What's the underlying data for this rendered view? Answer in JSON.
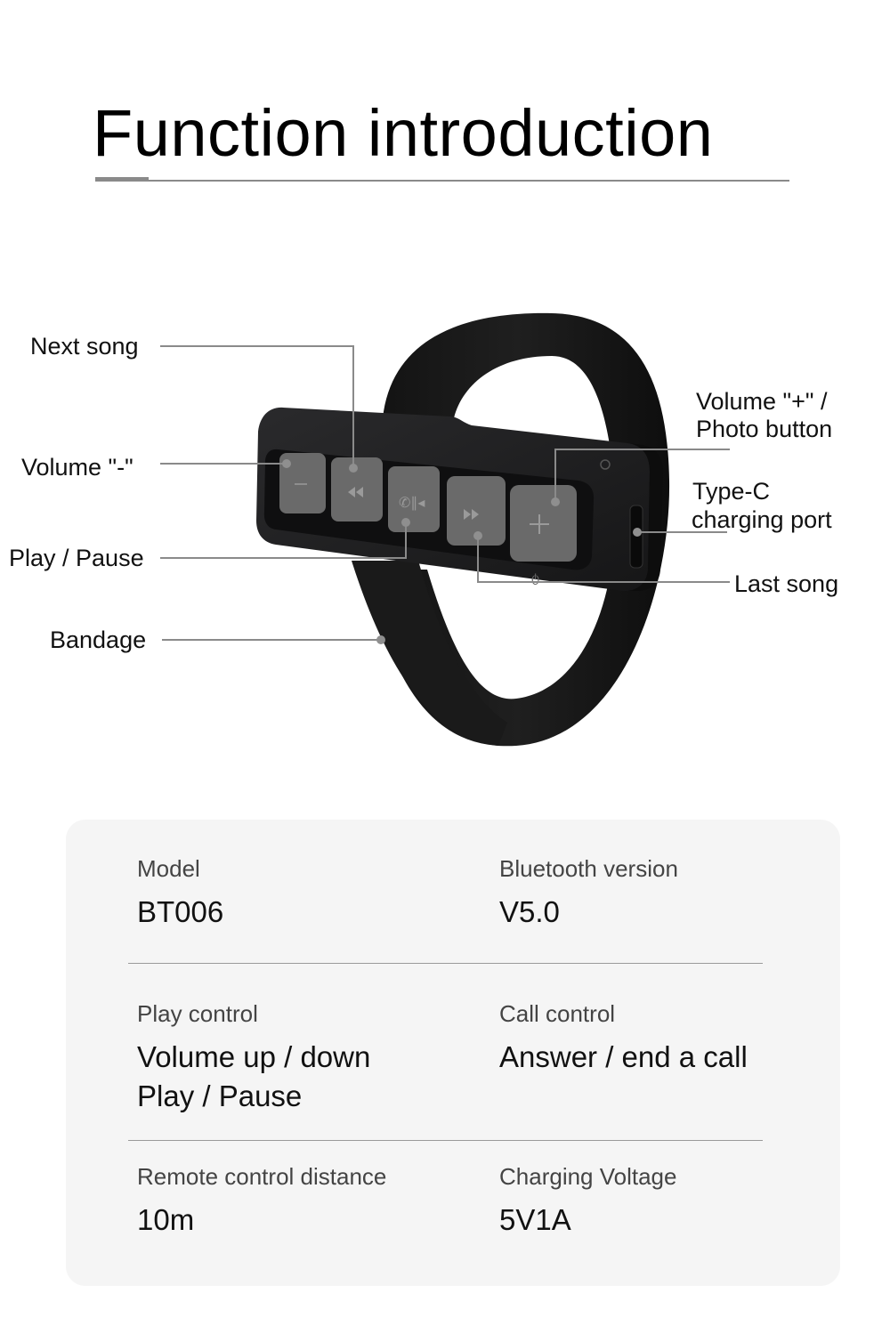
{
  "header": {
    "title": "Function introduction"
  },
  "device": {
    "buttons": [
      {
        "name": "volume-down",
        "icon": "minus-icon"
      },
      {
        "name": "rewind",
        "icon": "rewind-icon"
      },
      {
        "name": "call-play",
        "icon": "phone-pause-icon"
      },
      {
        "name": "fast-forward",
        "icon": "fast-forward-icon"
      },
      {
        "name": "volume-up",
        "icon": "plus-icon"
      }
    ],
    "colors": {
      "body": "#1c1c1e",
      "button": "#6a6a6a",
      "strap": "#151515",
      "callout_line": "#8a8a8a"
    }
  },
  "callouts": {
    "next_song": "Next song",
    "volume_down": "Volume \"-\"",
    "play_pause": "Play / Pause",
    "bandage": "Bandage",
    "volume_up_line1": "Volume \"+\" /",
    "volume_up_line2": "Photo button",
    "type_c_line1": "Type-C",
    "type_c_line2": "charging port",
    "last_song": "Last song"
  },
  "specs": [
    {
      "key": "Model",
      "value": "BT006"
    },
    {
      "key": "Bluetooth version",
      "value": "V5.0"
    },
    {
      "key": "Play control",
      "value_lines": [
        "Volume up / down",
        "Play / Pause"
      ]
    },
    {
      "key": "Call control",
      "value_lines": [
        "Answer / end a call"
      ]
    },
    {
      "key": "Remote control distance",
      "value": "10m"
    },
    {
      "key": "Charging Voltage",
      "value": "5V1A"
    }
  ]
}
